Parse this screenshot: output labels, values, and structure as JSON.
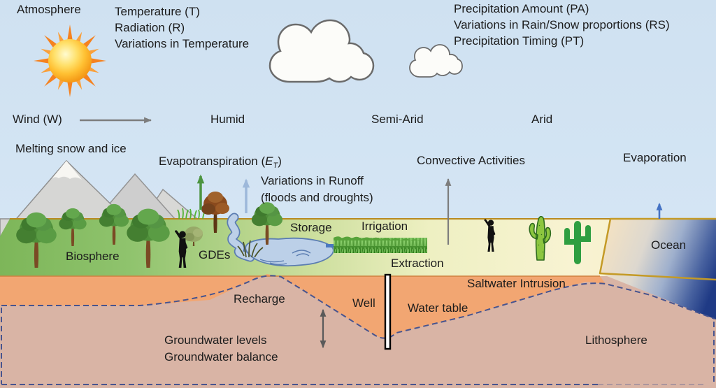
{
  "diagram": {
    "atmosphere": "Atmosphere",
    "drivers_left": [
      "Temperature (T)",
      "Radiation (R)",
      "Variations in Temperature"
    ],
    "drivers_right": [
      "Precipitation Amount (PA)",
      "Variations in Rain/Snow proportions (RS)",
      "Precipitation Timing (PT)"
    ],
    "wind": "Wind (W)",
    "zones": [
      "Humid",
      "Semi-Arid",
      "Arid"
    ],
    "melting": "Melting snow and ice",
    "et": {
      "prefix": "Evapotranspiration (",
      "symbol": "E",
      "sub": "T",
      "suffix": ")"
    },
    "runoff1": "Variations in Runoff",
    "runoff2": "(floods and droughts)",
    "convective": "Convective Activities",
    "evaporation": "Evaporation",
    "surface": {
      "biosphere": "Biosphere",
      "gdes": "GDEs",
      "storage": "Storage",
      "irrigation": "Irrigation",
      "extraction": "Extraction",
      "ocean": "Ocean"
    },
    "subsurface": {
      "recharge": "Recharge",
      "well": "Well",
      "water_table": "Water table",
      "saltwater": "Saltwater Intrusion",
      "gw_levels": "Groundwater levels",
      "gw_balance": "Groundwater balance",
      "lithosphere": "Lithosphere"
    }
  },
  "colors": {
    "sky": "#d3e4f2",
    "ground_green": "#7db659",
    "ground_cream": "#f8f3d2",
    "unsaturated": "#f2a672",
    "saturated": "#d9b4a5",
    "water": "#bcd0e8",
    "water_edge": "#5b7db1",
    "dashed": "#47548f",
    "gold": "#c49a26",
    "ocean_deep": "#1f3a85",
    "sun_core": "#ffc032",
    "arrow_green": "#4c9440",
    "arrow_blue": "#4472c4",
    "arrow_grey": "#7d7d7d",
    "arrow_lightblue": "#9db8da"
  }
}
